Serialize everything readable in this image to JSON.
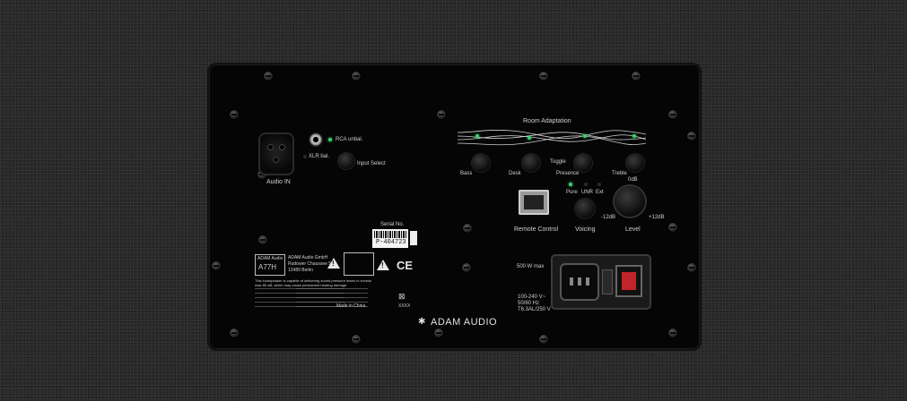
{
  "connectors": {
    "audio_in": "Audio IN",
    "rca_unbal": "RCA unbal.",
    "xlr_bal": "XLR bal.",
    "input_select": "Input Select"
  },
  "room_adaptation": {
    "title": "Room Adaptation",
    "knobs": [
      "Bass",
      "Desk",
      "Presence",
      "Treble"
    ],
    "toggle": "Toggle"
  },
  "voicing": {
    "label": "Voicing",
    "options": [
      "Pure",
      "UNR",
      "Ext"
    ]
  },
  "level": {
    "label": "Level",
    "top": "0dB",
    "left": "-12dB",
    "right": "+12dB"
  },
  "remote_control": "Remote Control",
  "serial": {
    "label": "Serial No.",
    "value": "P-404723"
  },
  "rating_label": {
    "brand": "ADAM Audio",
    "model": "A77H",
    "company": "ADAM Audio GmbH",
    "address1": "Rudower Chaussee 50",
    "address2": "12489 Berlin",
    "warning_lines": [
      "This loudspeaker is capable of delivering sound pressure levels in excess",
      "max 85 dB, which may cause permanent hearing damage."
    ],
    "made_in": "Made in China",
    "code": "XXXX"
  },
  "power": {
    "max": "500 W max",
    "line1": "100-240 V~",
    "line2": "50/60 Hz",
    "line3": "T6.3AL/250 V"
  },
  "brand": "ADAM AUDIO"
}
